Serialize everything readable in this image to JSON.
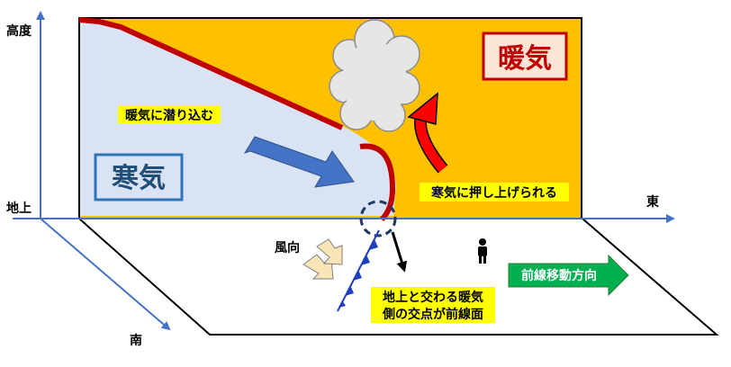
{
  "axes": {
    "altitude": "高度",
    "ground": "地上",
    "east": "東",
    "south": "南"
  },
  "air_masses": {
    "warm": "暖気",
    "cold": "寒気"
  },
  "annotations": {
    "cold_dives": "暖気に潜り込む",
    "warm_lifted": "寒気に押し上げられる",
    "wind_direction": "風向",
    "front_definition_line1": "地上と交わる暖気",
    "front_definition_line2": "側の交点が前線面",
    "front_movement": "前線移動方向"
  },
  "colors": {
    "warm_air": "#ffc000",
    "cold_air": "#dae3f3",
    "front_line": "#c00000",
    "axis": "#4472c4",
    "cold_label_border": "#2e75b6",
    "warm_label_fill": "#fbe5d6",
    "movement_arrow": "#00b050",
    "highlight": "#ffff00",
    "cloud": "#e7e6e6",
    "wind_arrow": "#fbe5b6",
    "front_symbol": "#1f3fbf"
  },
  "icons": [
    "person-icon",
    "cloud-icon",
    "cold-front-symbol"
  ]
}
